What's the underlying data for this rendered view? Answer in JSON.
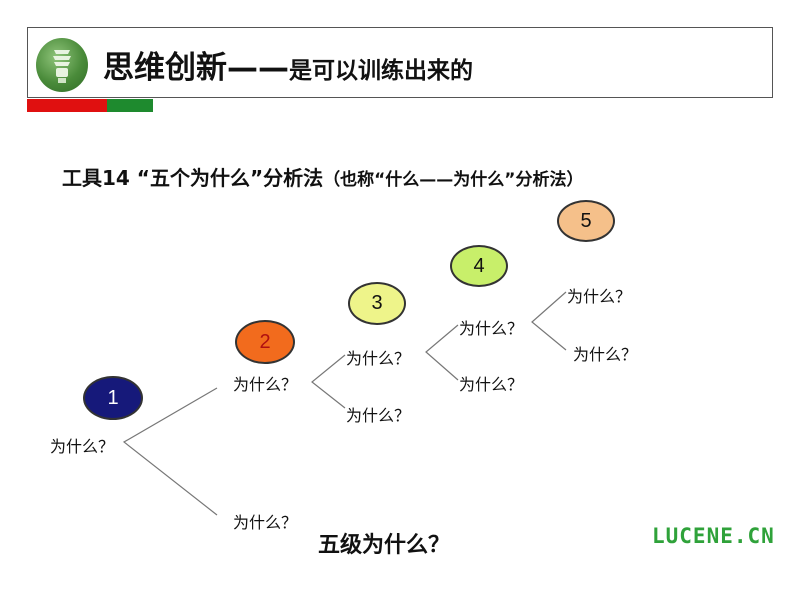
{
  "header": {
    "title_main": "思维创新——",
    "title_sub": "是可以训练出来的",
    "logo_icon": "green-lightbulb-icon",
    "accent_colors": {
      "red": "#e01010",
      "green": "#1e8a2e"
    }
  },
  "heading": {
    "main": "工具14 “五个为什么”分析法",
    "paren": "（也称“什么——为什么”分析法）"
  },
  "diagram": {
    "nodes": [
      {
        "label": "1",
        "fill": "#16197a",
        "text_color": "#ffffff"
      },
      {
        "label": "2",
        "fill": "#f26b1d",
        "text_color": "#b01010"
      },
      {
        "label": "3",
        "fill": "#eef48a",
        "text_color": "#222222"
      },
      {
        "label": "4",
        "fill": "#c8ef6a",
        "text_color": "#222222"
      },
      {
        "label": "5",
        "fill": "#f5c08a",
        "text_color": "#222222"
      }
    ],
    "question": "为什么？",
    "questions": [
      "为什么？",
      "为什么？",
      "为什么？",
      "为什么？",
      "为什么？",
      "为什么？",
      "为什么？",
      "为什么？",
      "为什么？",
      "为什么？",
      "为什么？"
    ]
  },
  "footer": {
    "caption": "五级为什么？",
    "brand": "LUCENE.CN"
  }
}
